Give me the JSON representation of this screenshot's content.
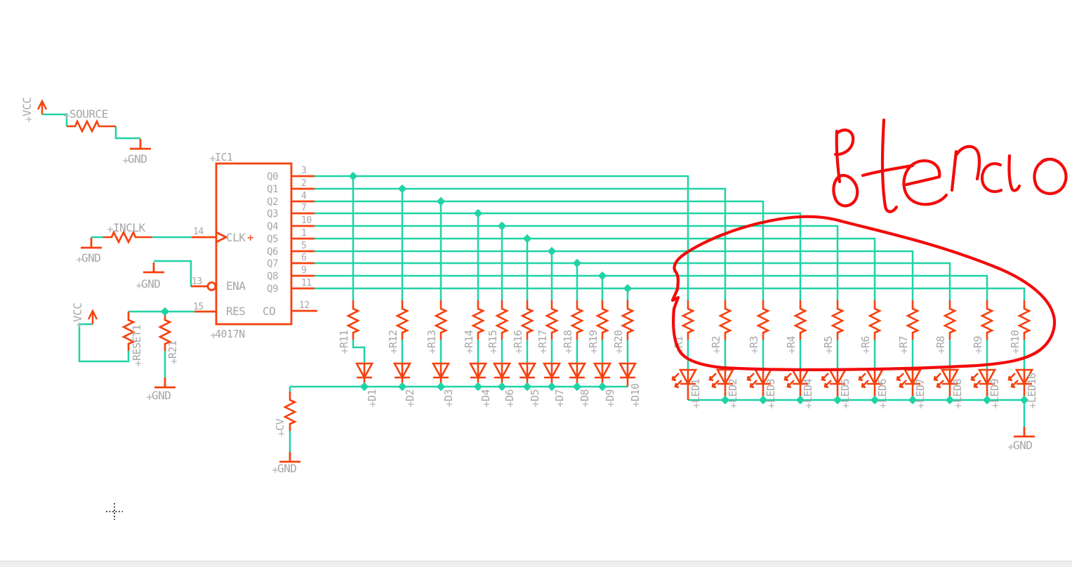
{
  "app": {
    "background_color": "#ffffff",
    "bottom_bar_color": "#efefef"
  },
  "colors": {
    "wire": "#1fd3a6",
    "component": "#f5410f",
    "label": "#a6a6a6",
    "annotation": "#f30b0b"
  },
  "labels": {
    "vcc_top": "VCC",
    "source": "SOURCE",
    "gnd_source": "GND",
    "inclk": "INCLK",
    "gnd_inclk": "GND",
    "gnd_ena": "GND",
    "vcc_left": "VCC",
    "reset1": "RESET1",
    "r21": "R21",
    "gnd_r21": "GND",
    "cv": "CV",
    "gnd_cv": "GND",
    "gnd_leds": "GND"
  },
  "ic": {
    "designator": "IC1",
    "part": "4017N",
    "clk": "CLK",
    "clk_plus": "+",
    "clk_pin": "14",
    "ena": "ENA",
    "ena_pin": "13",
    "res": "RES",
    "res_pin": "15",
    "co": "CO",
    "co_pin": "12",
    "outputs": [
      {
        "label": "Q0",
        "pin": "3"
      },
      {
        "label": "Q1",
        "pin": "2"
      },
      {
        "label": "Q2",
        "pin": "4"
      },
      {
        "label": "Q3",
        "pin": "7"
      },
      {
        "label": "Q4",
        "pin": "10"
      },
      {
        "label": "Q5",
        "pin": "1"
      },
      {
        "label": "Q6",
        "pin": "5"
      },
      {
        "label": "Q7",
        "pin": "6"
      },
      {
        "label": "Q8",
        "pin": "9"
      },
      {
        "label": "Q9",
        "pin": "11"
      }
    ]
  },
  "middle_group": {
    "resistors": [
      "R11",
      "R12",
      "R13",
      "R14",
      "R15",
      "R16",
      "R17",
      "R18",
      "R19",
      "R20"
    ],
    "diodes": [
      "D1",
      "D2",
      "D3",
      "D4",
      "D6",
      "D5",
      "D7",
      "D8",
      "D9",
      "D10"
    ]
  },
  "right_group": {
    "resistors": [
      "R1",
      "R2",
      "R3",
      "R4",
      "R5",
      "R6",
      "R7",
      "R8",
      "R9",
      "R10"
    ],
    "leds": [
      "LED1",
      "LED2",
      "LED3",
      "LED4",
      "LED5",
      "LED6",
      "LED7",
      "LED8",
      "LED9",
      "LED10"
    ]
  },
  "annotation": {
    "text": "Potencio",
    "color": "#f30b0b"
  }
}
